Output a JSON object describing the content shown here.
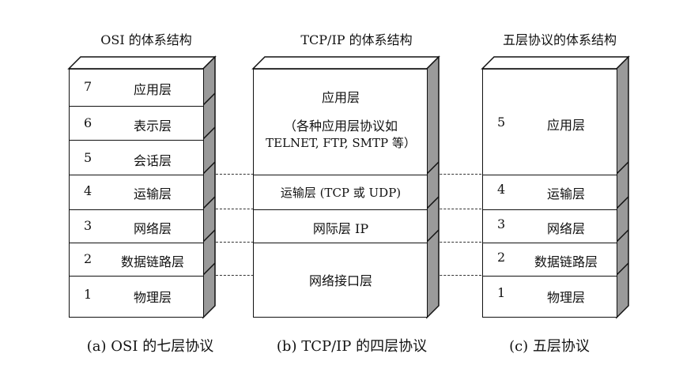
{
  "titles": {
    "osi": "OSI 的体系结构",
    "tcpip": "TCP/IP 的体系结构",
    "five": "五层协议的体系结构"
  },
  "captions": {
    "osi": "(a) OSI 的七层协议",
    "tcpip": "(b) TCP/IP 的四层协议",
    "five": "(c)  五层协议"
  },
  "osi_layers": [
    {
      "num": "7",
      "name": "应用层"
    },
    {
      "num": "6",
      "name": "表示层"
    },
    {
      "num": "5",
      "name": "会话层"
    },
    {
      "num": "4",
      "name": "运输层"
    },
    {
      "num": "3",
      "name": "网络层"
    },
    {
      "num": "2",
      "name": "数据链路层"
    },
    {
      "num": "1",
      "name": "物理层"
    }
  ],
  "tcpip_layers": {
    "app_line1": "应用层",
    "app_line2": "（各种应用层协议如",
    "app_line3": "TELNET, FTP, SMTP 等）",
    "transport": "运输层 (TCP 或 UDP)",
    "internet": "网际层 IP",
    "netif": "网络接口层"
  },
  "five_layers": [
    {
      "num": "5",
      "name": "应用层"
    },
    {
      "num": "4",
      "name": "运输层"
    },
    {
      "num": "3",
      "name": "网络层"
    },
    {
      "num": "2",
      "name": "数据链路层"
    },
    {
      "num": "1",
      "name": "物理层"
    }
  ],
  "colors": {
    "side_shade": "#9a9a9a",
    "line": "#111111"
  }
}
